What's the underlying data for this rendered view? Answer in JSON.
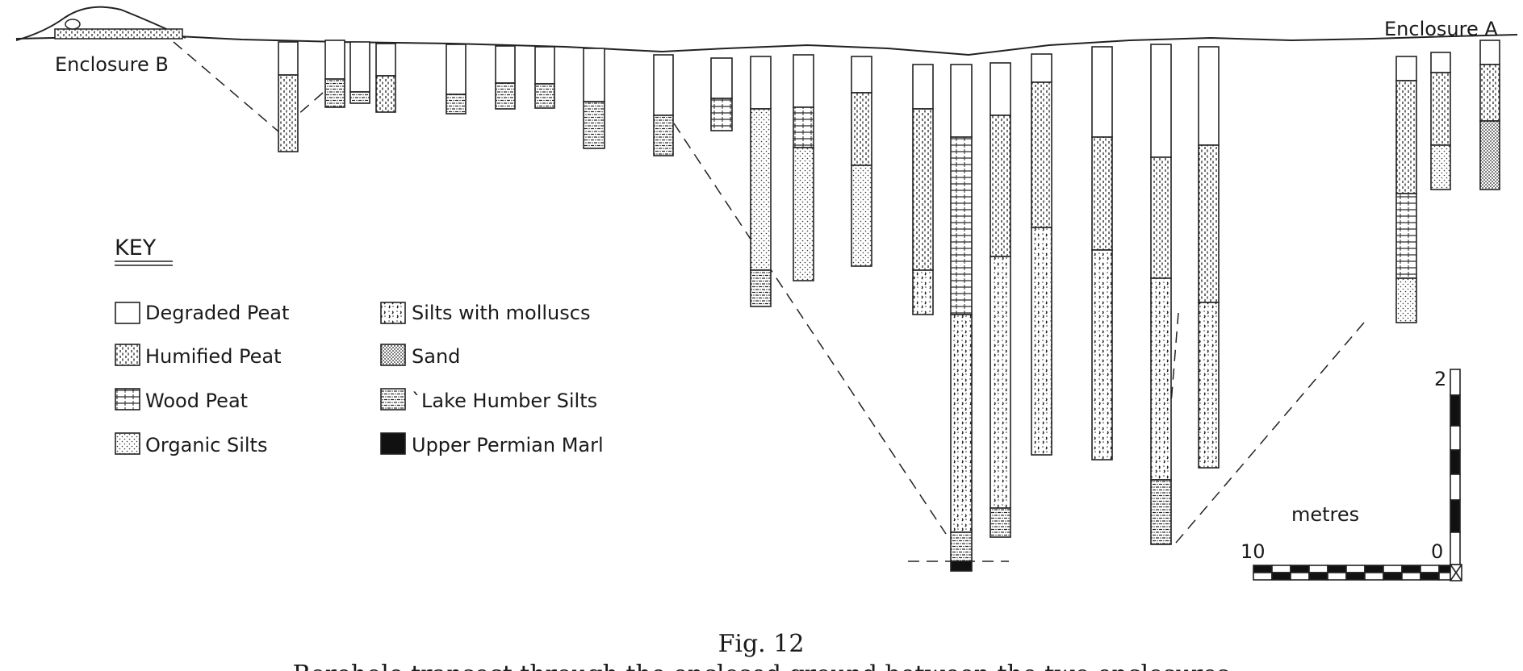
{
  "labels": {
    "enclosure_a": "Enclosure A",
    "enclosure_b": "Enclosure B",
    "metres": "metres",
    "scale_v_top": "2",
    "scale_h_left": "10",
    "scale_origin": "0"
  },
  "key": {
    "title": "KEY",
    "items": [
      {
        "id": "degraded-peat",
        "label": "Degraded Peat",
        "pattern": "degraded"
      },
      {
        "id": "humified-peat",
        "label": "Humified Peat",
        "pattern": "humified"
      },
      {
        "id": "wood-peat",
        "label": "Wood Peat",
        "pattern": "wood"
      },
      {
        "id": "organic-silts",
        "label": "Organic Silts",
        "pattern": "organic"
      },
      {
        "id": "silts-molluscs",
        "label": "Silts with molluscs",
        "pattern": "molluscs"
      },
      {
        "id": "sand",
        "label": "Sand",
        "pattern": "sand"
      },
      {
        "id": "lake-humber-silts",
        "label": "`Lake Humber Silts",
        "pattern": "lake"
      },
      {
        "id": "upper-permian-marl",
        "label": "Upper Permian Marl",
        "pattern": "marl"
      }
    ]
  },
  "caption": {
    "fig": "Fig. 12",
    "text": "Borehole transect through the enclosed ground between the two enclosures"
  }
}
